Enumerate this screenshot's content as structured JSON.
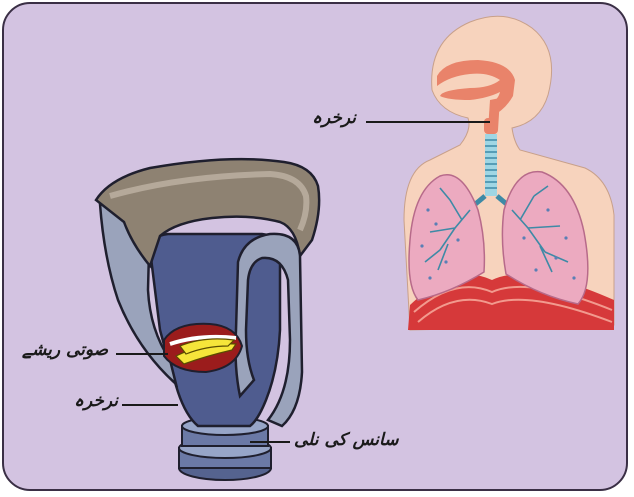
{
  "labels": {
    "body_larynx": "نرخرہ",
    "vocal_cords": "صوتی ریشے",
    "larynx": "نرخرہ",
    "windpipe": "سانس کی نلی"
  },
  "colors": {
    "background": "#d3c3e1",
    "border": "#3a2f45",
    "skin": "#f7d3bd",
    "lung": "#ecaac0",
    "airway": "#e9836a",
    "larynx_body": "#4f5c8f",
    "cartilage": "#8e8272"
  },
  "icons": {
    "body": "human-respiratory-system-icon",
    "larynx": "larynx-cross-section-icon"
  }
}
